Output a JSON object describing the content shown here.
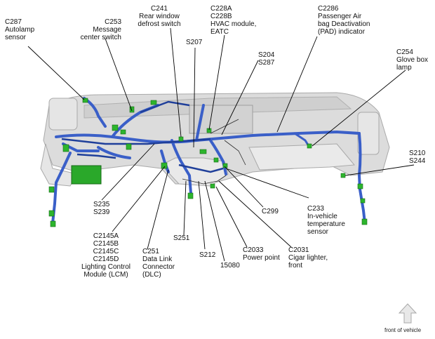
{
  "labels": {
    "c287": "C287\nAutolamp\nsensor",
    "c253": "C253\nMessage\ncenter switch",
    "c241": "C241\nRear window\ndefrost switch",
    "c228": "C228A\nC228B\nHVAC module,\nEATC",
    "c2286": "C2286\nPassenger Air\nbag Deactivation\n(PAD) indicator",
    "s207": "S207",
    "s204": "S204\nS287",
    "c254": "C254\nGlove box\nlamp",
    "s210": "S210\nS244",
    "s235": "S235\nS239",
    "c2145": "C2145A\nC2145B\nC2145C\nC2145D\nLighting Control\nModule (LCM)",
    "c251": "C251\nData Link\nConnector\n(DLC)",
    "s251": "S251",
    "s212": "S212",
    "n15080": "15080",
    "c2033": "C2033\nPower point",
    "c2031": "C2031\nCigar lighter,\nfront",
    "c299": "C299",
    "c233": "C233\nIn-vehicle\ntemperature\nsensor"
  },
  "front_label": "front of vehicle",
  "colors": {
    "harness": "#3a5fc8",
    "harness_dark": "#1f3f9a",
    "connector": "#2db52d",
    "panel": "#d9d9d9"
  }
}
